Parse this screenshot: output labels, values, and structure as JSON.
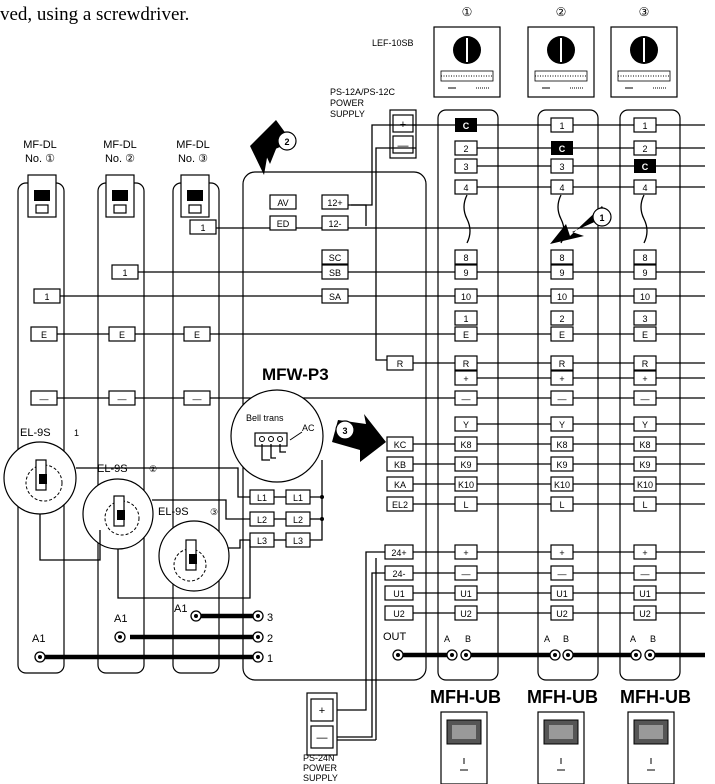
{
  "intro_text": "ved, using a screwdriver.",
  "lef": {
    "model": "LEF-10SB",
    "units": [
      "①",
      "②",
      "③"
    ],
    "c_label": "C",
    "top_terms": [
      "1",
      "2",
      "3",
      "4"
    ]
  },
  "ps12": {
    "line1": "PS-12A/PS-12C",
    "line2": "POWER",
    "line3": "SUPPLY"
  },
  "mfdl": {
    "name": "MF-DL",
    "numbers": [
      "No. ①",
      "No. ②",
      "No. ③"
    ],
    "one": "1",
    "e": "E",
    "minus": "—"
  },
  "mfw": {
    "title": "MFW-P3",
    "terms": [
      "AV",
      "ED",
      "12+",
      "12-",
      "SC",
      "SB",
      "SA",
      "R",
      "KC",
      "KB",
      "KA",
      "EL2",
      "24+",
      "24-",
      "U1",
      "U2"
    ],
    "out": "OUT",
    "bell": "Bell trans",
    "ac": "AC",
    "l_terms": [
      "L1",
      "L2",
      "L3"
    ]
  },
  "col_terms": [
    "8",
    "9",
    "10",
    "E",
    "R",
    "+",
    "—",
    "Y",
    "K8",
    "K9",
    "K10",
    "L",
    "+",
    "—",
    "U1",
    "U2"
  ],
  "col_ten_sub": [
    "1",
    "2",
    "3"
  ],
  "el": {
    "labels": [
      "EL-9S",
      "EL-9S",
      "EL-9S"
    ],
    "nums": [
      "1",
      "②",
      "③"
    ]
  },
  "a_labels": [
    "A1",
    "A1",
    "A1"
  ],
  "out_nums": [
    "3",
    "2",
    "1"
  ],
  "ab": [
    "A",
    "B"
  ],
  "mfh": "MFH-UB",
  "ps24": {
    "line1": "PS-24N",
    "line2": "POWER",
    "line3": "SUPPLY"
  },
  "callouts": [
    "1",
    "2",
    "3"
  ]
}
